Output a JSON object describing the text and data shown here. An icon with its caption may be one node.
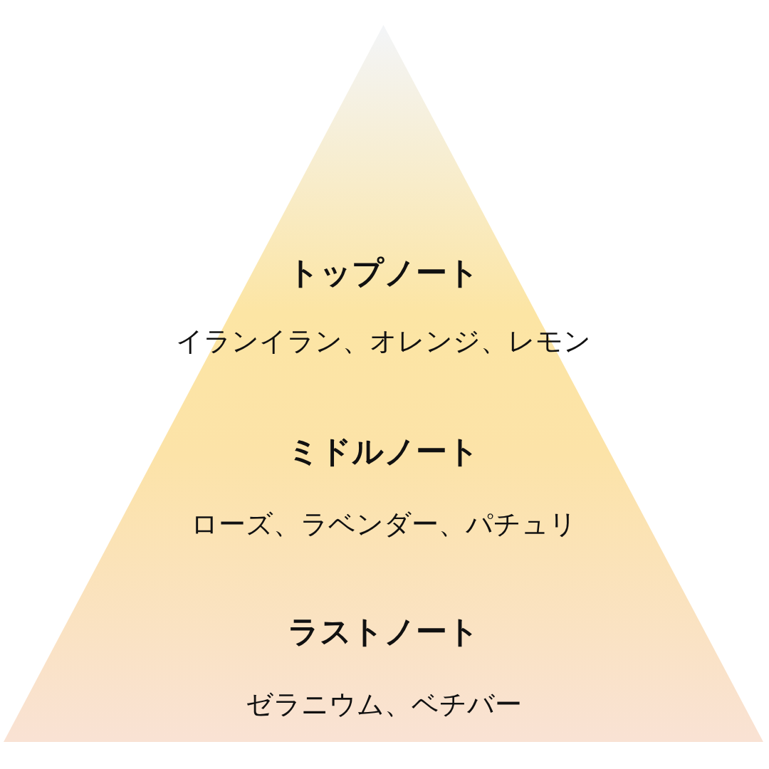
{
  "diagram": {
    "nodes": [
      {
        "text": [
          "トップノート",
          "イランイラン、オレンジ、レモン",
          "ミドルノート",
          "ローズ、ラベンダー、パチュリ",
          "ラストノート",
          "ゼラニウム、ベチバー"
        ]
      }
    ]
  }
}
